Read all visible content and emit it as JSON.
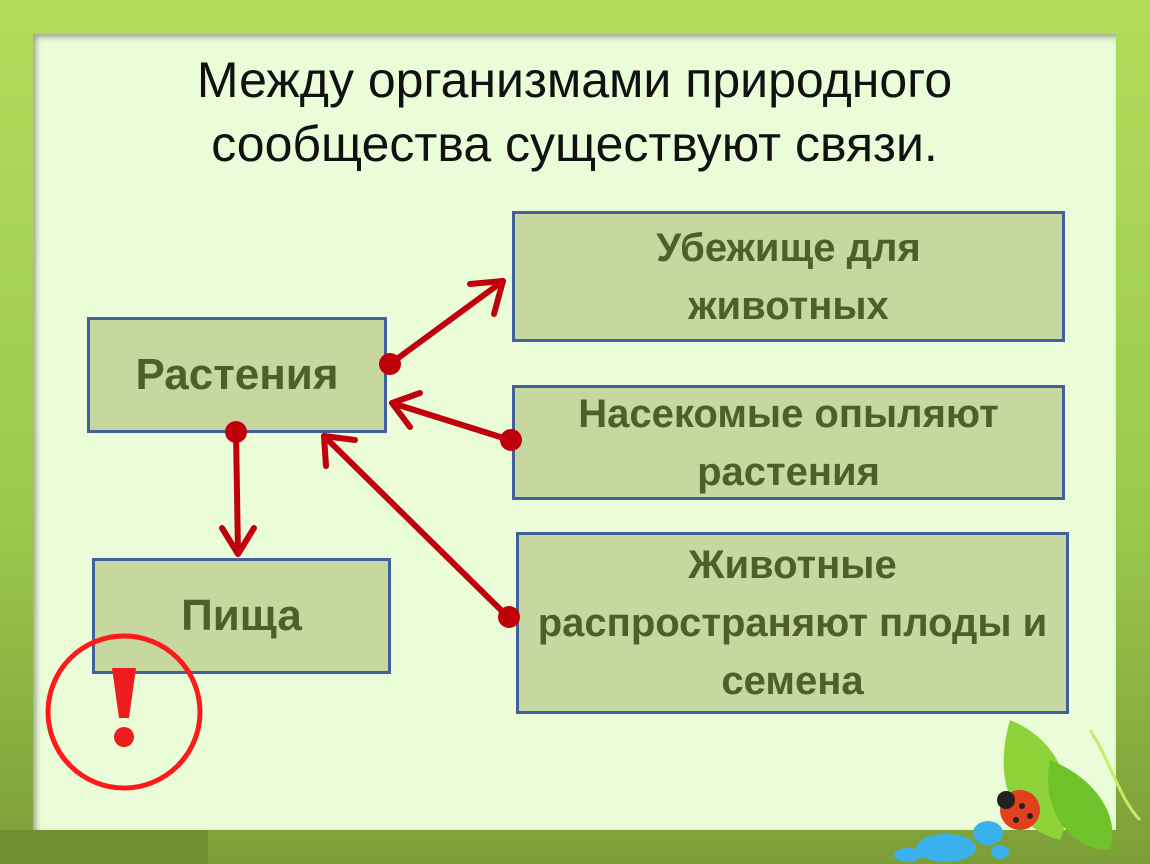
{
  "title_line1": "Между организмами природного",
  "title_line2": "сообщества существуют связи.",
  "boxes": {
    "plants": "Растения",
    "food": "Пища",
    "shelter": "Убежище для животных",
    "insects": "Насекомые опыляют растения",
    "animals": "Животные распространяют плоды и семена"
  },
  "colors": {
    "arrow": "#c0000a",
    "box_fill": "#c6d7a0",
    "box_border": "#41609c",
    "text": "#4e5e2c"
  }
}
